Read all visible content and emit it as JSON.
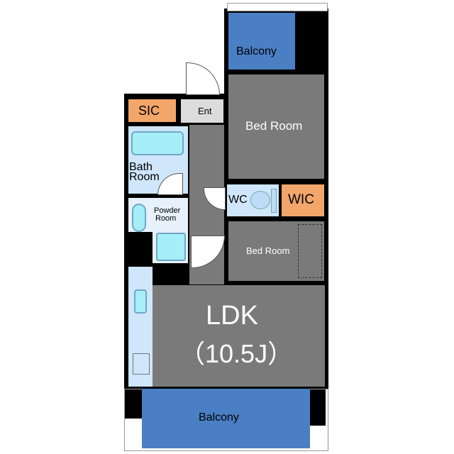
{
  "rooms": {
    "balcony_top": "Balcony",
    "bedroom_1": "Bed Room",
    "entrance": "Ent",
    "sic": "SIC",
    "bath_line1": "Bath",
    "bath_line2": "Room",
    "wc": "WC",
    "wic": "WIC",
    "powder_line1": "Powder",
    "powder_line2": "Room",
    "bedroom_2": "Bed Room",
    "ldk": "LDK",
    "ldk_size": "（10.5J）",
    "balcony_bottom": "Balcony"
  },
  "colors": {
    "balcony": "#4a7fc4",
    "room": "#7a7a7a",
    "storage": "#f2a66a",
    "wet": "#cfe6fb"
  }
}
